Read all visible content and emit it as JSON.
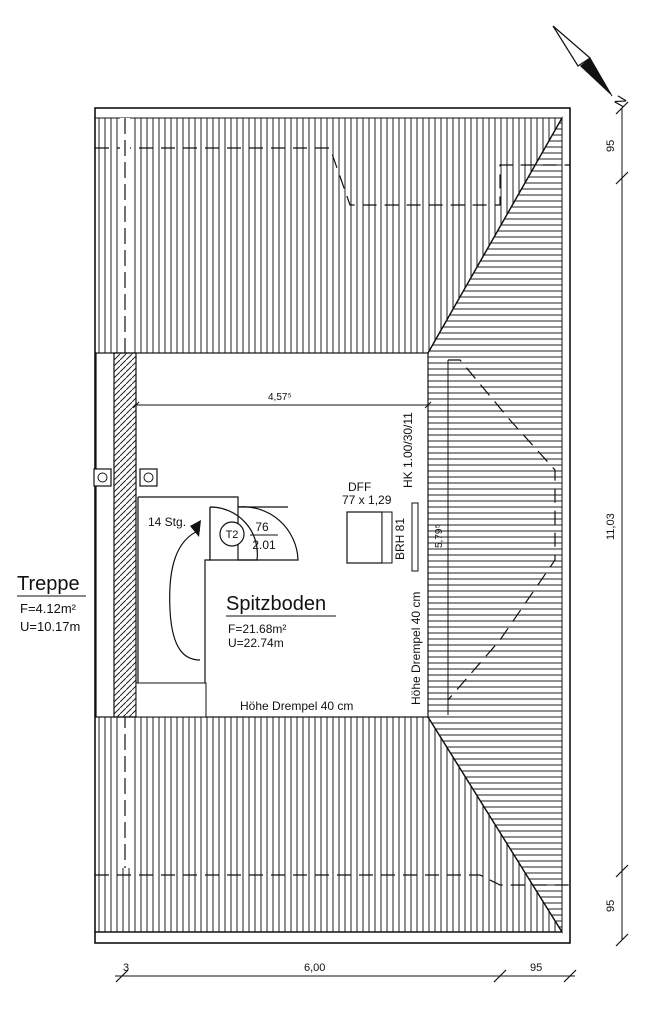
{
  "north": {
    "letter": "N"
  },
  "room_main": {
    "name": "Spitzboden",
    "area": "F=21.68m²",
    "perimeter": "U=22.74m",
    "knee_wall_bottom": "Höhe Drempel 40 cm",
    "knee_wall_right": "Höhe Drempel 40 cm"
  },
  "room_stair": {
    "name": "Treppe",
    "area": "F=4.12m²",
    "perimeter": "U=10.17m"
  },
  "stairs": {
    "steps": "14 Stg."
  },
  "door": {
    "id": "T2",
    "width": "76",
    "height": "2.01"
  },
  "skylight": {
    "type": "DFF",
    "size": "77 x 1,29",
    "sill": "BRH 81",
    "hk": "HK 1.00/30/11"
  },
  "dimensions": {
    "inner_width": "4,57⁵",
    "sill_dim": "5,79⁵",
    "right_top": "95",
    "right_total": "11,03",
    "right_bottom": "95",
    "bottom_left": "3",
    "bottom_main": "6,00",
    "bottom_right": "95"
  }
}
